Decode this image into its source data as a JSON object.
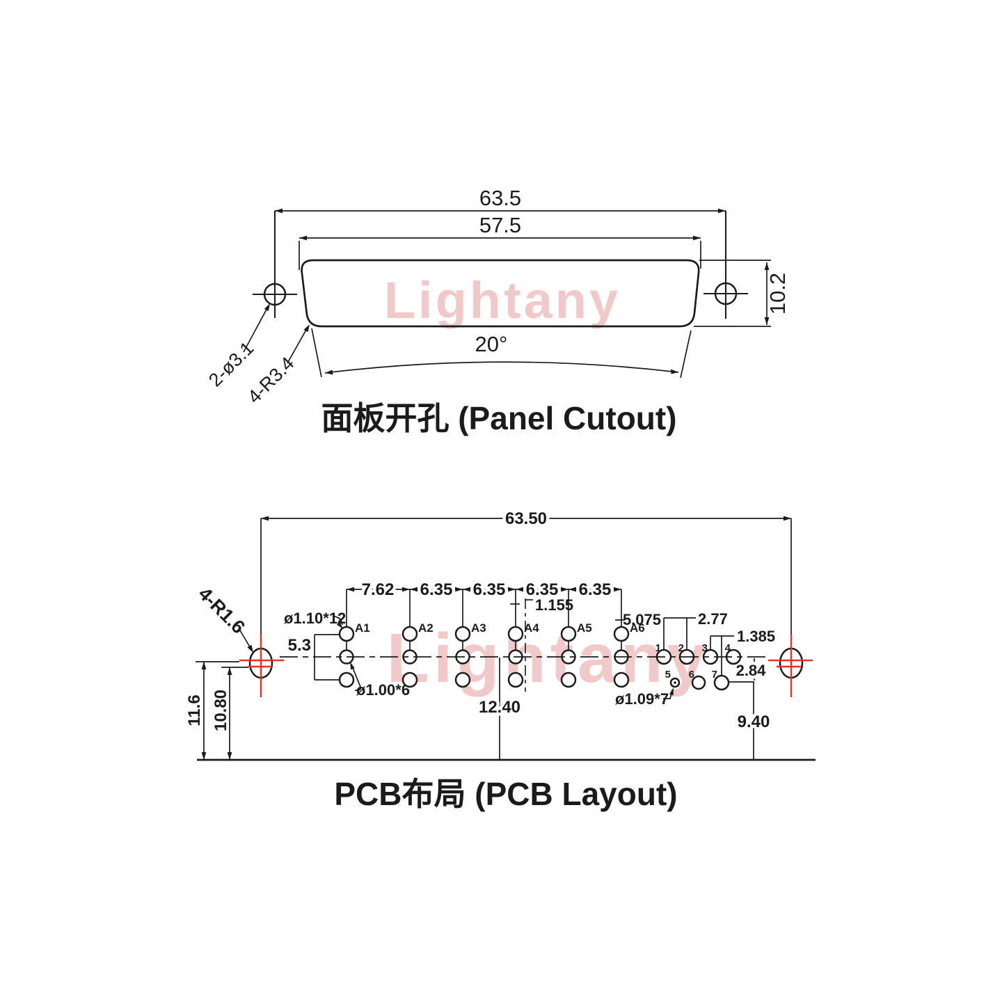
{
  "watermark": {
    "text": "Lightany"
  },
  "panel": {
    "title": "面板开孔 (Panel Cutout)",
    "dim_outer_width": "63.5",
    "dim_cutout_width": "57.5",
    "dim_height": "10.2",
    "dim_angle": "20°",
    "label_screw_holes": "2-ø3.1",
    "label_corner_radius": "4-R3.4"
  },
  "pcb": {
    "title": "PCB布局 (PCB Layout)",
    "dim_outer_width": "63.50",
    "pitches": [
      "7.62",
      "6.35",
      "6.35",
      "6.35",
      "6.35"
    ],
    "dim_center_offset": "1.155",
    "dim_a6_to_pin1": "5.075",
    "dim_pin_pitch": "2.77",
    "dim_half_pitch": "1.385",
    "dim_row_offset": "2.84",
    "dim_a_row_span": "5.3",
    "label_hole_top": "ø1.10*12",
    "label_hole_mid": "ø1.00*6",
    "label_hole_signal": "ø1.09*7",
    "label_mount_radius": "4-R1.6",
    "dim_left_outer": "11.6",
    "dim_left_inner": "10.80",
    "dim_center_to_edge": "12.40",
    "dim_signal_to_edge": "9.40",
    "a_labels": [
      "A1",
      "A2",
      "A3",
      "A4",
      "A5",
      "A6"
    ],
    "pin_labels": [
      "1",
      "2",
      "3",
      "4",
      "5",
      "6",
      "7"
    ]
  }
}
